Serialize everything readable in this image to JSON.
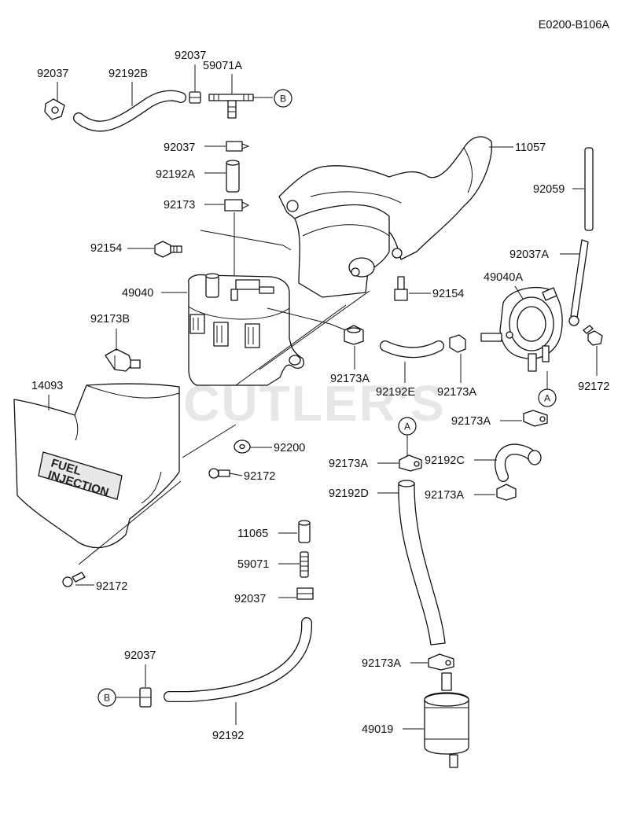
{
  "diagram_code": "E0200-B106A",
  "watermark": "CUTLER'S",
  "cover_text": {
    "line1": "FUEL",
    "line2": "INJECTION"
  },
  "callouts": {
    "a": "A",
    "b": "B"
  },
  "labels": {
    "p92037_top_left": "92037",
    "p92192B": "92192B",
    "p92037_top": "92037",
    "p59071A": "59071A",
    "p11057": "11057",
    "p92037_mid": "92037",
    "p92192A": "92192A",
    "p92173_top": "92173",
    "p92059": "92059",
    "p92154_left": "92154",
    "p92037A": "92037A",
    "p49040A": "49040A",
    "p49040": "49040",
    "p92154_right": "92154",
    "p92173B": "92173B",
    "p92172_right": "92172",
    "p92173A_1": "92173A",
    "p92192E": "92192E",
    "p92173A_2": "92173A",
    "p14093": "14093",
    "p92173A_3": "92173A",
    "p92200": "92200",
    "p92173A_4": "92173A",
    "p92192C": "92192C",
    "p92172_mid": "92172",
    "p92192D": "92192D",
    "p92173A_5": "92173A",
    "p11065": "11065",
    "p59071": "59071",
    "p92172_left": "92172",
    "p92037_low": "92037",
    "p92037_bottom": "92037",
    "p92173A_6": "92173A",
    "p92192": "92192",
    "p49019": "49019"
  }
}
